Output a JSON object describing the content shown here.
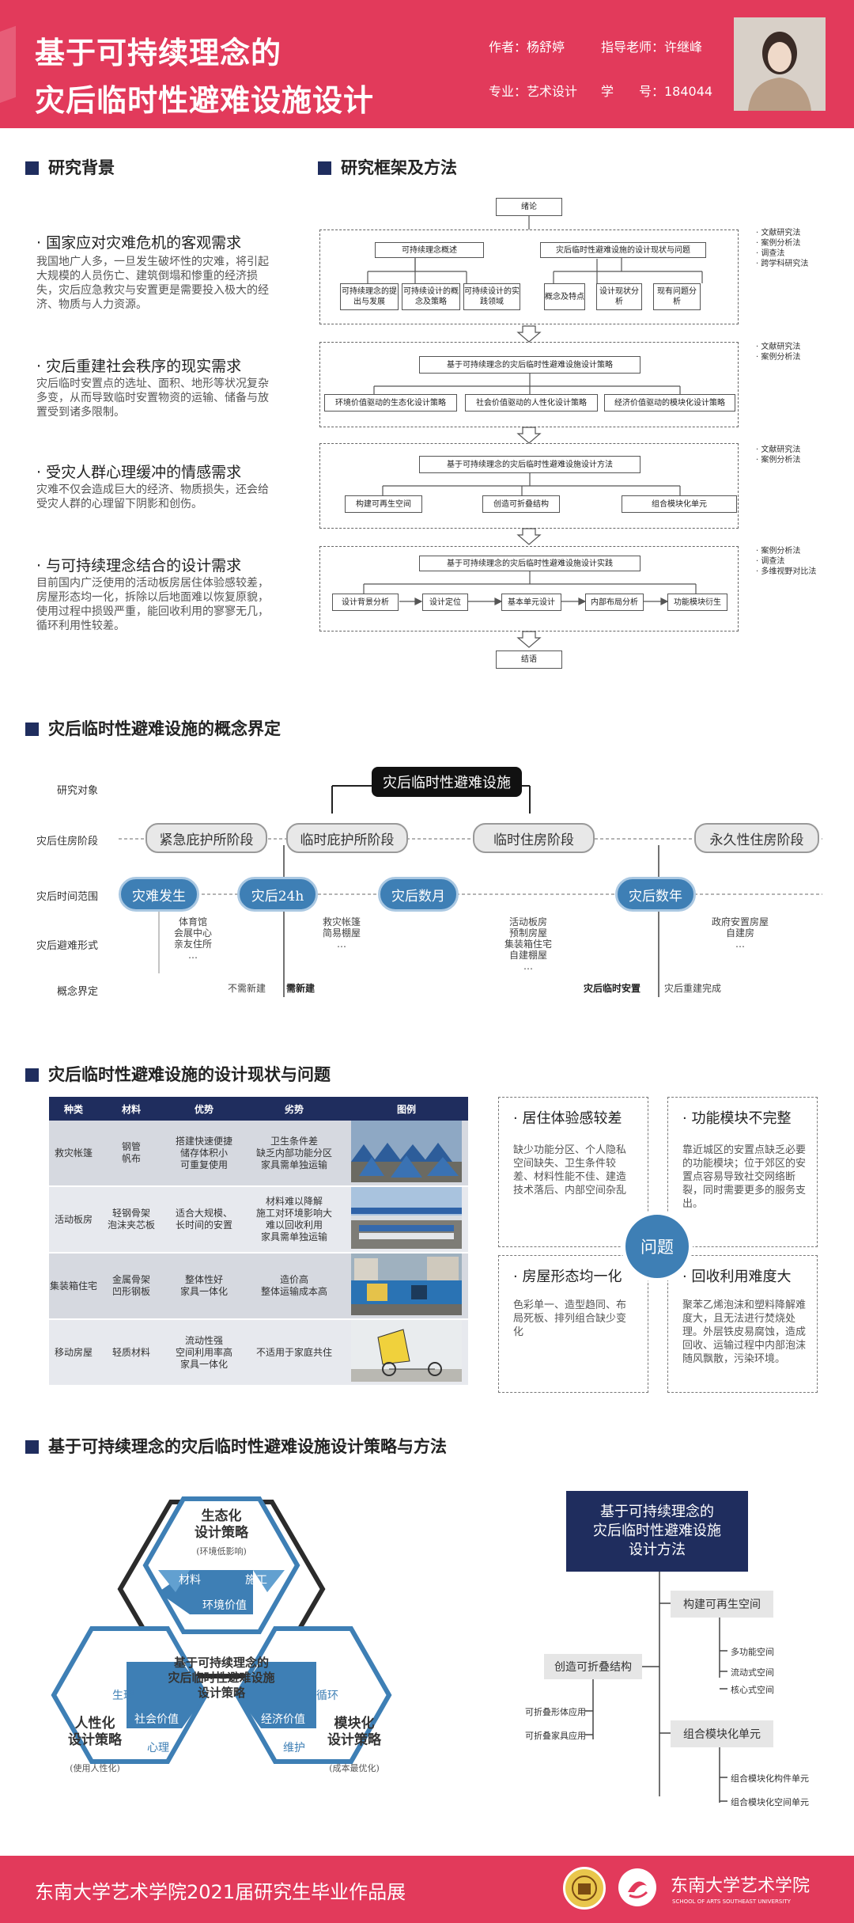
{
  "header": {
    "title_line1": "基于可持续理念的",
    "title_line2": "灾后临时性避难设施设计",
    "author": "作者：杨舒婷",
    "advisor": "指导老师：许继峰",
    "major": "专业：艺术设计",
    "student_no": "学　　号：184044"
  },
  "sections": {
    "background": "研究背景",
    "framework": "研究框架及方法",
    "concept": "灾后临时性避难设施的概念界定",
    "status": "灾后临时性避难设施的设计现状与问题",
    "strategy": "基于可持续理念的灾后临时性避难设施设计策略与方法"
  },
  "background": [
    {
      "h": "· 国家应对灾难危机的客观需求",
      "p": "我国地广人多，一旦发生破坏性的灾难，将引起大规模的人员伤亡、建筑倒塌和惨重的经济损失，灾后应急救灾与安置更是需要投入极大的经济、物质与人力资源。"
    },
    {
      "h": "· 灾后重建社会秩序的现实需求",
      "p": "灾后临时安置点的选址、面积、地形等状况复杂多变，从而导致临时安置物资的运输、储备与放置受到诸多限制。"
    },
    {
      "h": "· 受灾人群心理缓冲的情感需求",
      "p": "灾难不仅会造成巨大的经济、物质损失，还会给受灾人群的心理留下阴影和创伤。"
    },
    {
      "h": "· 与可持续理念结合的设计需求",
      "p": "目前国内广泛使用的活动板房居住体验感较差，房屋形态均一化，拆除以后地面难以恢复原貌，使用过程中损毁严重，能回收利用的寥寥无几，循环利用性较差。"
    }
  ],
  "framework": {
    "intro": "绪论",
    "end": "结语",
    "b1": {
      "left": "可持续理念概述",
      "right": "灾后临时性避难设施的设计现状与问题",
      "l1": "可持续理念的提出与发展",
      "l2": "可持续设计的概念及策略",
      "l3": "可持续设计的实践领域",
      "r1": "概念及特点",
      "r2": "设计现状分析",
      "r3": "现有问题分析",
      "notes": "· 文献研究法\n· 案例分析法\n· 调查法\n· 跨学科研究法"
    },
    "b2": {
      "title": "基于可持续理念的灾后临时性避难设施设计策略",
      "s1": "环境价值驱动的生态化设计策略",
      "s2": "社会价值驱动的人性化设计策略",
      "s3": "经济价值驱动的模块化设计策略",
      "notes": "· 文献研究法\n· 案例分析法"
    },
    "b3": {
      "title": "基于可持续理念的灾后临时性避难设施设计方法",
      "s1": "构建可再生空间",
      "s2": "创造可折叠结构",
      "s3": "组合模块化单元",
      "notes": "· 文献研究法\n· 案例分析法"
    },
    "b4": {
      "title": "基于可持续理念的灾后临时性避难设施设计实践",
      "s1": "设计背景分析",
      "s2": "设计定位",
      "s3": "基本单元设计",
      "s4": "内部布局分析",
      "s5": "功能模块衍生",
      "notes": "· 案例分析法\n· 调查法\n· 多维视野对比法"
    }
  },
  "concept": {
    "labels": [
      "研究对象",
      "灾后住房阶段",
      "灾后时间范围",
      "灾后避难形式",
      "概念界定"
    ],
    "top": "灾后临时性避难设施",
    "stages": [
      "紧急庇护所阶段",
      "临时庇护所阶段",
      "临时住房阶段",
      "永久性住房阶段"
    ],
    "times": [
      "灾难发生",
      "灾后24h",
      "灾后数月",
      "灾后数年"
    ],
    "forms": [
      "体育馆\n会展中心\n亲友住所\n…",
      "救灾帐篷\n简易棚屋\n…",
      "活动板房\n预制房屋\n集装箱住宅\n自建棚屋\n…",
      "政府安置房屋\n自建房\n…"
    ],
    "defs": [
      "不需新建",
      "需新建",
      "灾后临时安置",
      "灾后重建完成"
    ]
  },
  "table": {
    "headers": [
      "种类",
      "材料",
      "优势",
      "劣势",
      "图例"
    ],
    "rows": [
      [
        "救灾帐篷",
        "钢管\n帆布",
        "搭建快速便捷\n储存体积小\n可重复使用",
        "卫生条件差\n缺乏内部功能分区\n家具需单独运输"
      ],
      [
        "活动板房",
        "轻钢骨架\n泡沫夹芯板",
        "适合大规模、\n长时间的安置",
        "材料难以降解\n施工对环境影响大\n难以回收利用\n家具需单独运输"
      ],
      [
        "集装箱住宅",
        "金属骨架\n凹形钢板",
        "整体性好\n家具一体化",
        "造价高\n整体运输成本高"
      ],
      [
        "移动房屋",
        "轻质材料",
        "流动性强\n空间利用率高\n家具一体化",
        "不适用于家庭共住"
      ]
    ]
  },
  "problems": {
    "center": "问题",
    "p1": {
      "h": "· 居住体验感较差",
      "p": "缺少功能分区、个人隐私空间缺失、卫生条件较差、材料性能不佳、建造技术落后、内部空间杂乱"
    },
    "p2": {
      "h": "· 功能模块不完整",
      "p": "靠近城区的安置点缺乏必要的功能模块；位于郊区的安置点容易导致社交网络断裂，同时需要更多的服务支出。"
    },
    "p3": {
      "h": "· 房屋形态均一化",
      "p": "色彩单一、造型趋同、布局死板、排列组合缺少变化"
    },
    "p4": {
      "h": "· 回收利用难度大",
      "p": "聚苯乙烯泡沫和塑料降解难度大，且无法进行焚烧处理。外层铁皮易腐蚀，造成回收、运输过程中内部泡沫随风飘散，污染环境。"
    }
  },
  "strategy": {
    "top_title": "生态化\n设计策略",
    "top_sub": "(环境低影响)",
    "left_title": "人性化\n设计策略",
    "left_sub": "(使用人性化)",
    "right_title": "模块化\n设计策略",
    "right_sub": "(成本最优化)",
    "center": "基于可持续理念的\n灾后临时性避难设施\n设计策略",
    "t_a": "材料",
    "t_b": "施工",
    "t_c": "环境价值",
    "l_a": "生理",
    "l_b": "社会价值",
    "l_c": "心理",
    "r_a": "循环",
    "r_b": "经济价值",
    "r_c": "维护"
  },
  "mindmap": {
    "root": "基于可持续理念的\n灾后临时性避难设施\n设计方法",
    "b1": "构建可再生空间",
    "b1_items": [
      "多功能空间",
      "流动式空间",
      "核心式空间"
    ],
    "b2": "创造可折叠结构",
    "b2_items": [
      "可折叠形体应用",
      "可折叠家具应用"
    ],
    "b3": "组合模块化单元",
    "b3_items": [
      "组合模块化构件单元",
      "组合模块化空间单元"
    ]
  },
  "footer": {
    "text": "东南大学艺术学院2021届研究生毕业作品展",
    "school": "东南大学艺术学院",
    "school_en": "SCHOOL OF ARTS SOUTHEAST UNIVERSITY"
  },
  "colors": {
    "header": "#e23a5b",
    "navy": "#1f2d5e",
    "blue": "#3e7fb5"
  }
}
